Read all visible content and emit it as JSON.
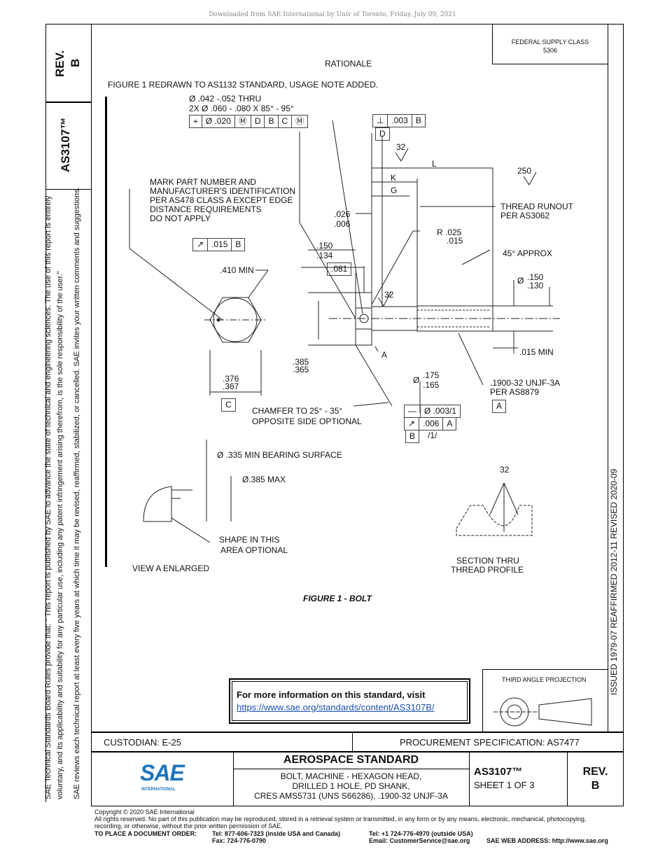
{
  "download_banner": "Downloaded from SAE International by Univ of Toronto, Friday, July 09, 2021",
  "left_strip": {
    "rev": "REV.",
    "rev_letter": "B",
    "doc_id": "AS3107™",
    "rules_line1": "SAE Technical Standards Board Rules provide that: \"  This report is published by SAE to advance the state of technical and engineering sciences. The use of this report is entirely",
    "rules_line2": "voluntary, and its applicability and suitability for any particular use, including any patent infringement arising therefrom, is the sole responsibility of the user.\"",
    "rules_line3": "SAE reviews each technical report at least every five years at which time it may be revised, reaffirmed, stabilized, or cancelled. SAE invites your written comments and suggestions."
  },
  "header": {
    "federal_supply_class": "FEDERAL SUPPLY CLASS",
    "fsc_number": "5306",
    "rationale_title": "RATIONALE",
    "rationale_text": "FIGURE 1 REDRAWN TO AS1132 STANDARD, USAGE NOTE ADDED."
  },
  "right_strip": {
    "dates": "ISSUED 1979-07     REAFFIRMED 2012-11     REVISED 2020-09"
  },
  "drawing": {
    "hole_dia": "Ø .042 -.052 THRU",
    "csk": "2X    Ø .060 - .080 X 85° - 95°",
    "fcf_pos": [
      "⌖",
      "Ø .020",
      "Ⓜ",
      "D",
      "B",
      "C",
      "Ⓜ"
    ],
    "fcf_perp": [
      "⊥",
      ".003",
      "B"
    ],
    "datum_d": "D",
    "mark_note": [
      "MARK PART NUMBER AND",
      "MANUFACTURER'S IDENTIFICATION",
      "PER AS478 CLASS A EXCEPT EDGE",
      "DISTANCE REQUIREMENTS",
      "DO NOT APPLY"
    ],
    "fcf_runout": [
      "↗",
      ".015",
      "B"
    ],
    "dim_410": ".410 MIN",
    "dim_376": ".376",
    "dim_367": ".367",
    "datum_c": "C",
    "dim_026": ".026",
    "dim_006": ".006",
    "dim_150": ".150",
    "dim_134": ".134",
    "dim_081": ".081",
    "dim_385": ".385",
    "dim_365": ".365",
    "finish_32a": "32",
    "finish_32b": "32",
    "finish_250": "250",
    "label_L": "L",
    "label_K": "K",
    "label_G": "G",
    "thread_runout": "THREAD RUNOUT",
    "per_as3062": "PER AS3062",
    "r_025": "R .025",
    "r_015": ".015",
    "approx_45": "45° APPROX",
    "dia_sym": "Ø",
    "dia_150": ".150",
    "dia_130": ".130",
    "min_015": ".015 MIN",
    "label_A": "A",
    "dia_175": ".175",
    "dia_165": ".165",
    "thread_spec": ".1900-32 UNJF-3A",
    "per_as8879": "PER AS8879",
    "datum_a": "A",
    "chamfer1": "CHAMFER TO 25° - 35°",
    "chamfer2": "OPPOSITE SIDE OPTIONAL",
    "fcf_conc": [
      "—",
      "Ø .003/1"
    ],
    "fcf_runout2": [
      "↗",
      ".006",
      "A"
    ],
    "datum_b": "B",
    "b_suffix": "/1/",
    "bearing": "Ø .335 MIN BEARING SURFACE",
    "dia_385max": "Ø.385 MAX",
    "shape_note1": "SHAPE IN THIS",
    "shape_note2": "AREA OPTIONAL",
    "view_a": "VIEW A ENLARGED",
    "finish_32c": "32",
    "section1": "SECTION THRU",
    "section2": "THREAD PROFILE",
    "figure_caption": "FIGURE 1 - BOLT"
  },
  "info_box": {
    "text": "For more information on this standard, visit",
    "link": "https://www.sae.org/standards/content/AS3107B/"
  },
  "projection": {
    "label": "THIRD ANGLE PROJECTION"
  },
  "title_block": {
    "custodian": "CUSTODIAN: E-25",
    "procurement": "PROCUREMENT SPECIFICATION: AS7477",
    "standard": "AEROSPACE STANDARD",
    "desc1": "BOLT, MACHINE - HEXAGON HEAD,",
    "desc2": "DRILLED 1 HOLE, PD SHANK,",
    "desc3": "CRES AMS5731 (UNS S66286), .1900-32 UNJF-3A",
    "doc": "AS3107™",
    "sheet": "SHEET 1 OF 3",
    "rev": "REV.",
    "rev_letter": "B",
    "logo": "SAE",
    "logo_sub": "INTERNATIONAL"
  },
  "footer": {
    "copyright": "Copyright © 2020 SAE International",
    "rights1": "All rights reserved. No part of this publication may be reproduced, stored in a retrieval system or transmitted, in any form or by any means, electronic, mechanical, photocopying,",
    "rights2": "recording, or otherwise, without the prior written permission of SAE.",
    "order": "TO PLACE A DOCUMENT ORDER:",
    "tel1": "Tel: 877-606-7323 (inside USA and Canada)",
    "fax": "Fax: 724-776-0790",
    "tel2": "Tel: +1 724-776-4970 (outside USA)",
    "email": "Email: CustomerService@sae.org",
    "web": "SAE WEB ADDRESS: http://www.sae.org"
  },
  "colors": {
    "sae_blue": "#1b75bc",
    "link": "#1a4fb0"
  }
}
